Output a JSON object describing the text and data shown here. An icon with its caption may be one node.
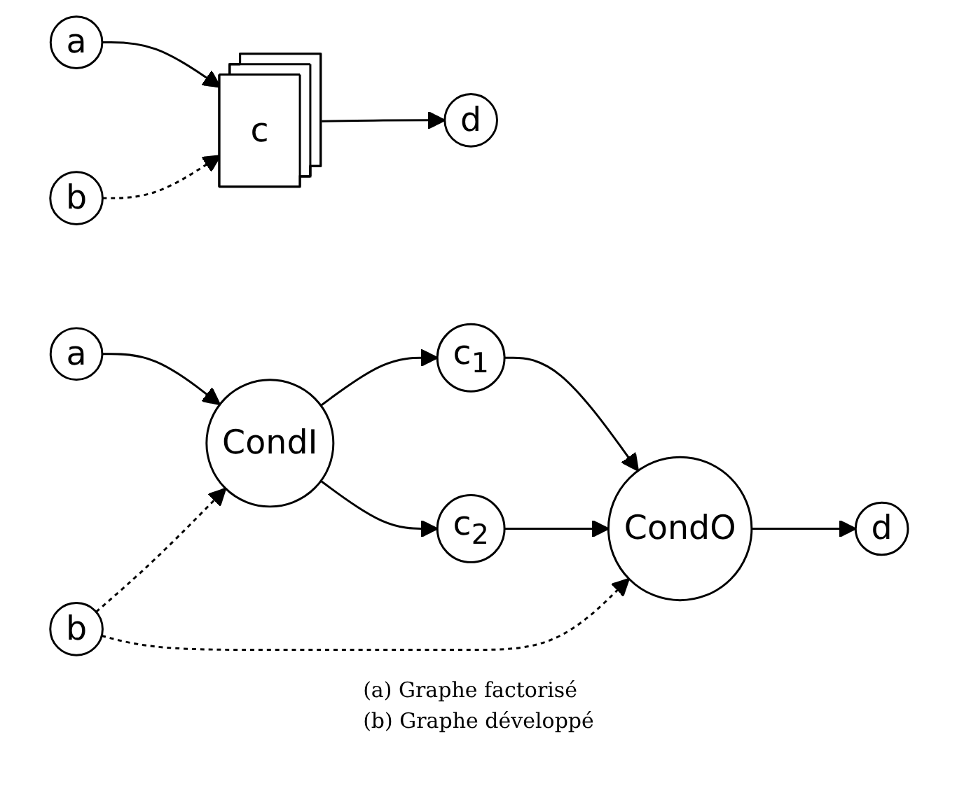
{
  "diagram": {
    "nodes": [
      {
        "text": [
          "a"
        ]
      },
      {
        "text": [
          "b"
        ]
      },
      {
        "text": [
          "c"
        ]
      },
      {
        "text": [
          "d"
        ]
      },
      {
        "text": [
          "a"
        ]
      },
      {
        "text": [
          "CondI"
        ]
      },
      {
        "text": [
          "c$_{1}$"
        ]
      },
      {
        "text": [
          "c$_{2}$"
        ]
      },
      {
        "text": [
          "CondO"
        ]
      },
      {
        "text": [
          "d"
        ]
      },
      {
        "text": [
          "b"
        ]
      }
    ],
    "edges": [
      {
        "from": 0,
        "to": 2,
        "arrow": "to"
      },
      {
        "from": 2,
        "to": 3,
        "arrow": "to"
      },
      {
        "from": 1,
        "to": 2,
        "arrow": "to",
        "style": "dashed"
      },
      {
        "from": 4,
        "to": 5,
        "arrow": "to"
      },
      {
        "from": 5,
        "to": 6,
        "arrow": "to"
      },
      {
        "from": 5,
        "to": 7,
        "arrow": "to"
      },
      {
        "from": 6,
        "to": 8,
        "arrow": "to"
      },
      {
        "from": 7,
        "to": 8,
        "arrow": "to"
      },
      {
        "from": 8,
        "to": 9,
        "arrow": "to"
      },
      {
        "from": 10,
        "to": 5,
        "arrow": "to",
        "style": "dashed"
      },
      {
        "from": 10,
        "to": 8,
        "arrow": "to",
        "style": "dashed"
      }
    ],
    "labels": [
      "(a) Graphe factorisé",
      "(b) Graphe développé"
    ]
  }
}
